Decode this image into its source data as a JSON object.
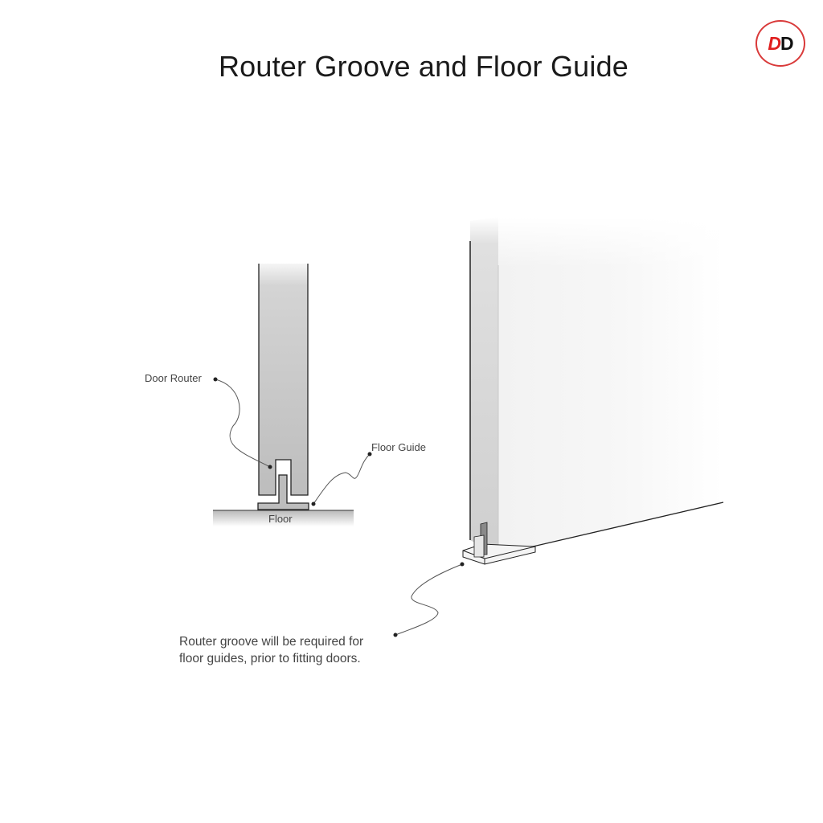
{
  "title": "Router Groove and Floor Guide",
  "logo": {
    "letter1": "D",
    "letter2": "D",
    "ring_color": "#d93a3a",
    "accent_color": "#e02020"
  },
  "cross_section": {
    "labels": {
      "door_router": "Door Router",
      "floor_guide": "Floor Guide",
      "floor": "Floor"
    }
  },
  "perspective_view": {
    "note_line1": "Router groove will be required for",
    "note_line2": "floor guides, prior to fitting doors."
  }
}
